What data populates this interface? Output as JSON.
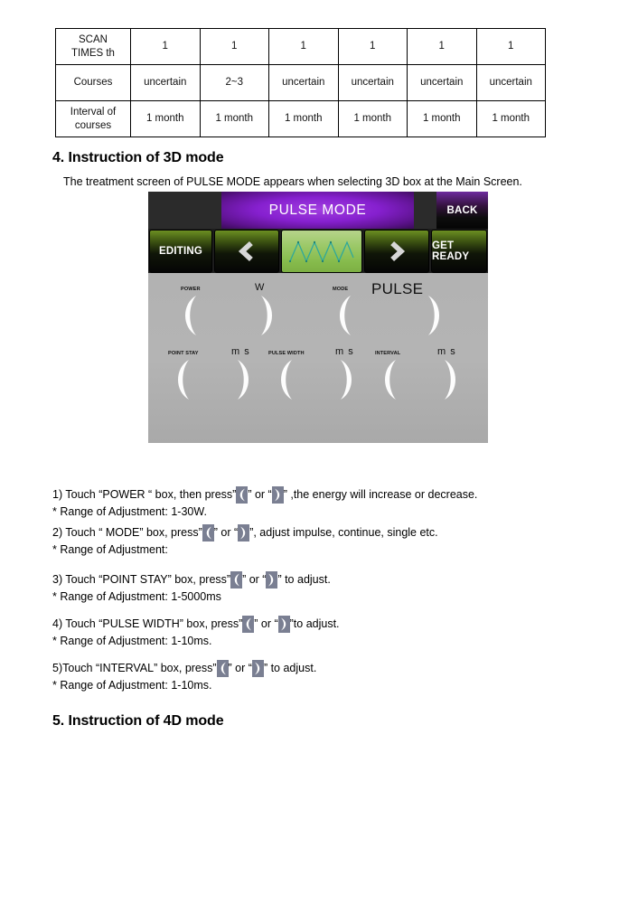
{
  "table": {
    "rows": [
      {
        "header": "SCAN\nTIMES th",
        "cells": [
          "1",
          "1",
          "1",
          "1",
          "1",
          "1"
        ]
      },
      {
        "header": "Courses",
        "cells": [
          "uncertain",
          "2~3",
          "uncertain",
          "uncertain",
          "uncertain",
          "uncertain"
        ]
      },
      {
        "header": "Interval of\ncourses",
        "cells": [
          "1 month",
          "1 month",
          "1 month",
          "1 month",
          "1 month",
          "1 month"
        ]
      }
    ],
    "row_headers": [
      "SCAN TIMES th",
      "Courses",
      "Interval of courses"
    ]
  },
  "sections": {
    "heading_3d": "4. Instruction of 3D mode",
    "intro_3d": "The treatment screen of PULSE MODE appears when selecting 3D box at the Main Screen.",
    "heading_4d": "5. Instruction of 4D mode"
  },
  "device": {
    "title": "PULSE MODE",
    "back_label": "BACK",
    "buttons": {
      "editing": "EDITING",
      "prev_icon": "chevron-left-icon",
      "waveform_icon": "triangle-wave-icon",
      "next_icon": "chevron-right-icon",
      "get_ready": "GET READY"
    },
    "knobs": [
      {
        "label": "POWER",
        "unit": "W",
        "mode_value": ""
      },
      {
        "label": "MODE",
        "unit": "",
        "mode_value": "PULSE"
      },
      {
        "label": "POINT STAY",
        "unit": "m s"
      },
      {
        "label": "PULSE WIDTH",
        "unit": "m s"
      },
      {
        "label": "INTERVAL",
        "unit": "m s"
      }
    ],
    "colors": {
      "banner_purple": "#8620cf",
      "button_green": "#6c8f22",
      "waveform_teal": "#2fa89a",
      "panel_grey": "#b3b3b3",
      "bar_dark": "#1d1d1d"
    }
  },
  "instructions": [
    {
      "pre": "1) Touch “POWER “ box, then press”",
      "mid": "” or “",
      "post": "” ,the energy will increase or decrease.",
      "range": "* Range of Adjustment: 1-30W."
    },
    {
      "pre": "2) Touch “ MODE” box, press”",
      "mid": "” or “",
      "post": "”, adjust impulse, continue, single etc.",
      "range": "* Range of Adjustment:"
    },
    {
      "pre": "3) Touch “POINT STAY” box, press”",
      "mid": "” or “",
      "post": "” to adjust.",
      "range": "* Range of Adjustment: 1-5000ms"
    },
    {
      "pre": "4) Touch “PULSE WIDTH” box, press”",
      "mid": "” or “",
      "post": "”to adjust.",
      "range": "* Range of Adjustment: 1-10ms."
    },
    {
      "pre": "5)Touch “INTERVAL” box, press”",
      "mid": "” or “",
      "post": "” to adjust.",
      "range": "  * Range of Adjustment: 1-10ms."
    }
  ]
}
